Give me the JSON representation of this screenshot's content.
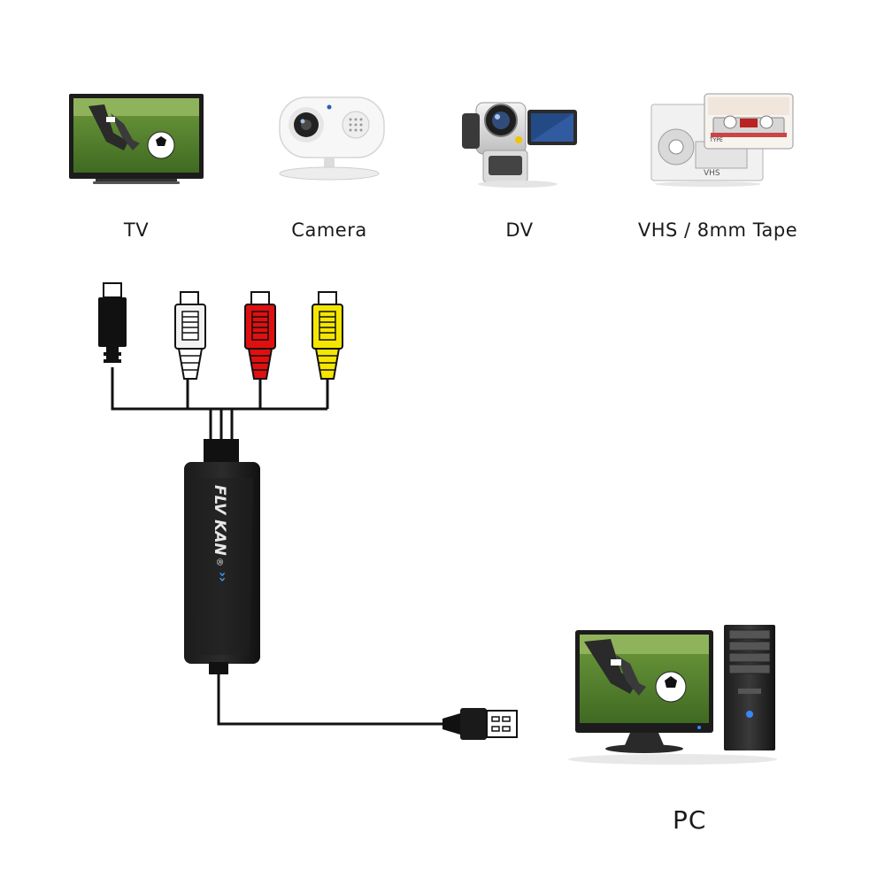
{
  "devices": [
    {
      "label": "TV",
      "icon": "tv-icon"
    },
    {
      "label": "Camera",
      "icon": "camera-icon"
    },
    {
      "label": "DV",
      "icon": "camcorder-icon"
    },
    {
      "label": "VHS / 8mm Tape",
      "icon": "tape-icon"
    }
  ],
  "pc": {
    "label": "PC",
    "icon": "pc-icon"
  },
  "adapter": {
    "brand": "FLV KAN",
    "registered": "®",
    "indicator": "››"
  },
  "tape": {
    "vhs_text": "VHS",
    "type_text": "TYPE"
  },
  "connectors": [
    {
      "name": "s-video",
      "color": "#111111"
    },
    {
      "name": "audio-white",
      "color": "#f2f2f2"
    },
    {
      "name": "audio-red",
      "color": "#e01010"
    },
    {
      "name": "video-yellow",
      "color": "#f5e600"
    }
  ]
}
